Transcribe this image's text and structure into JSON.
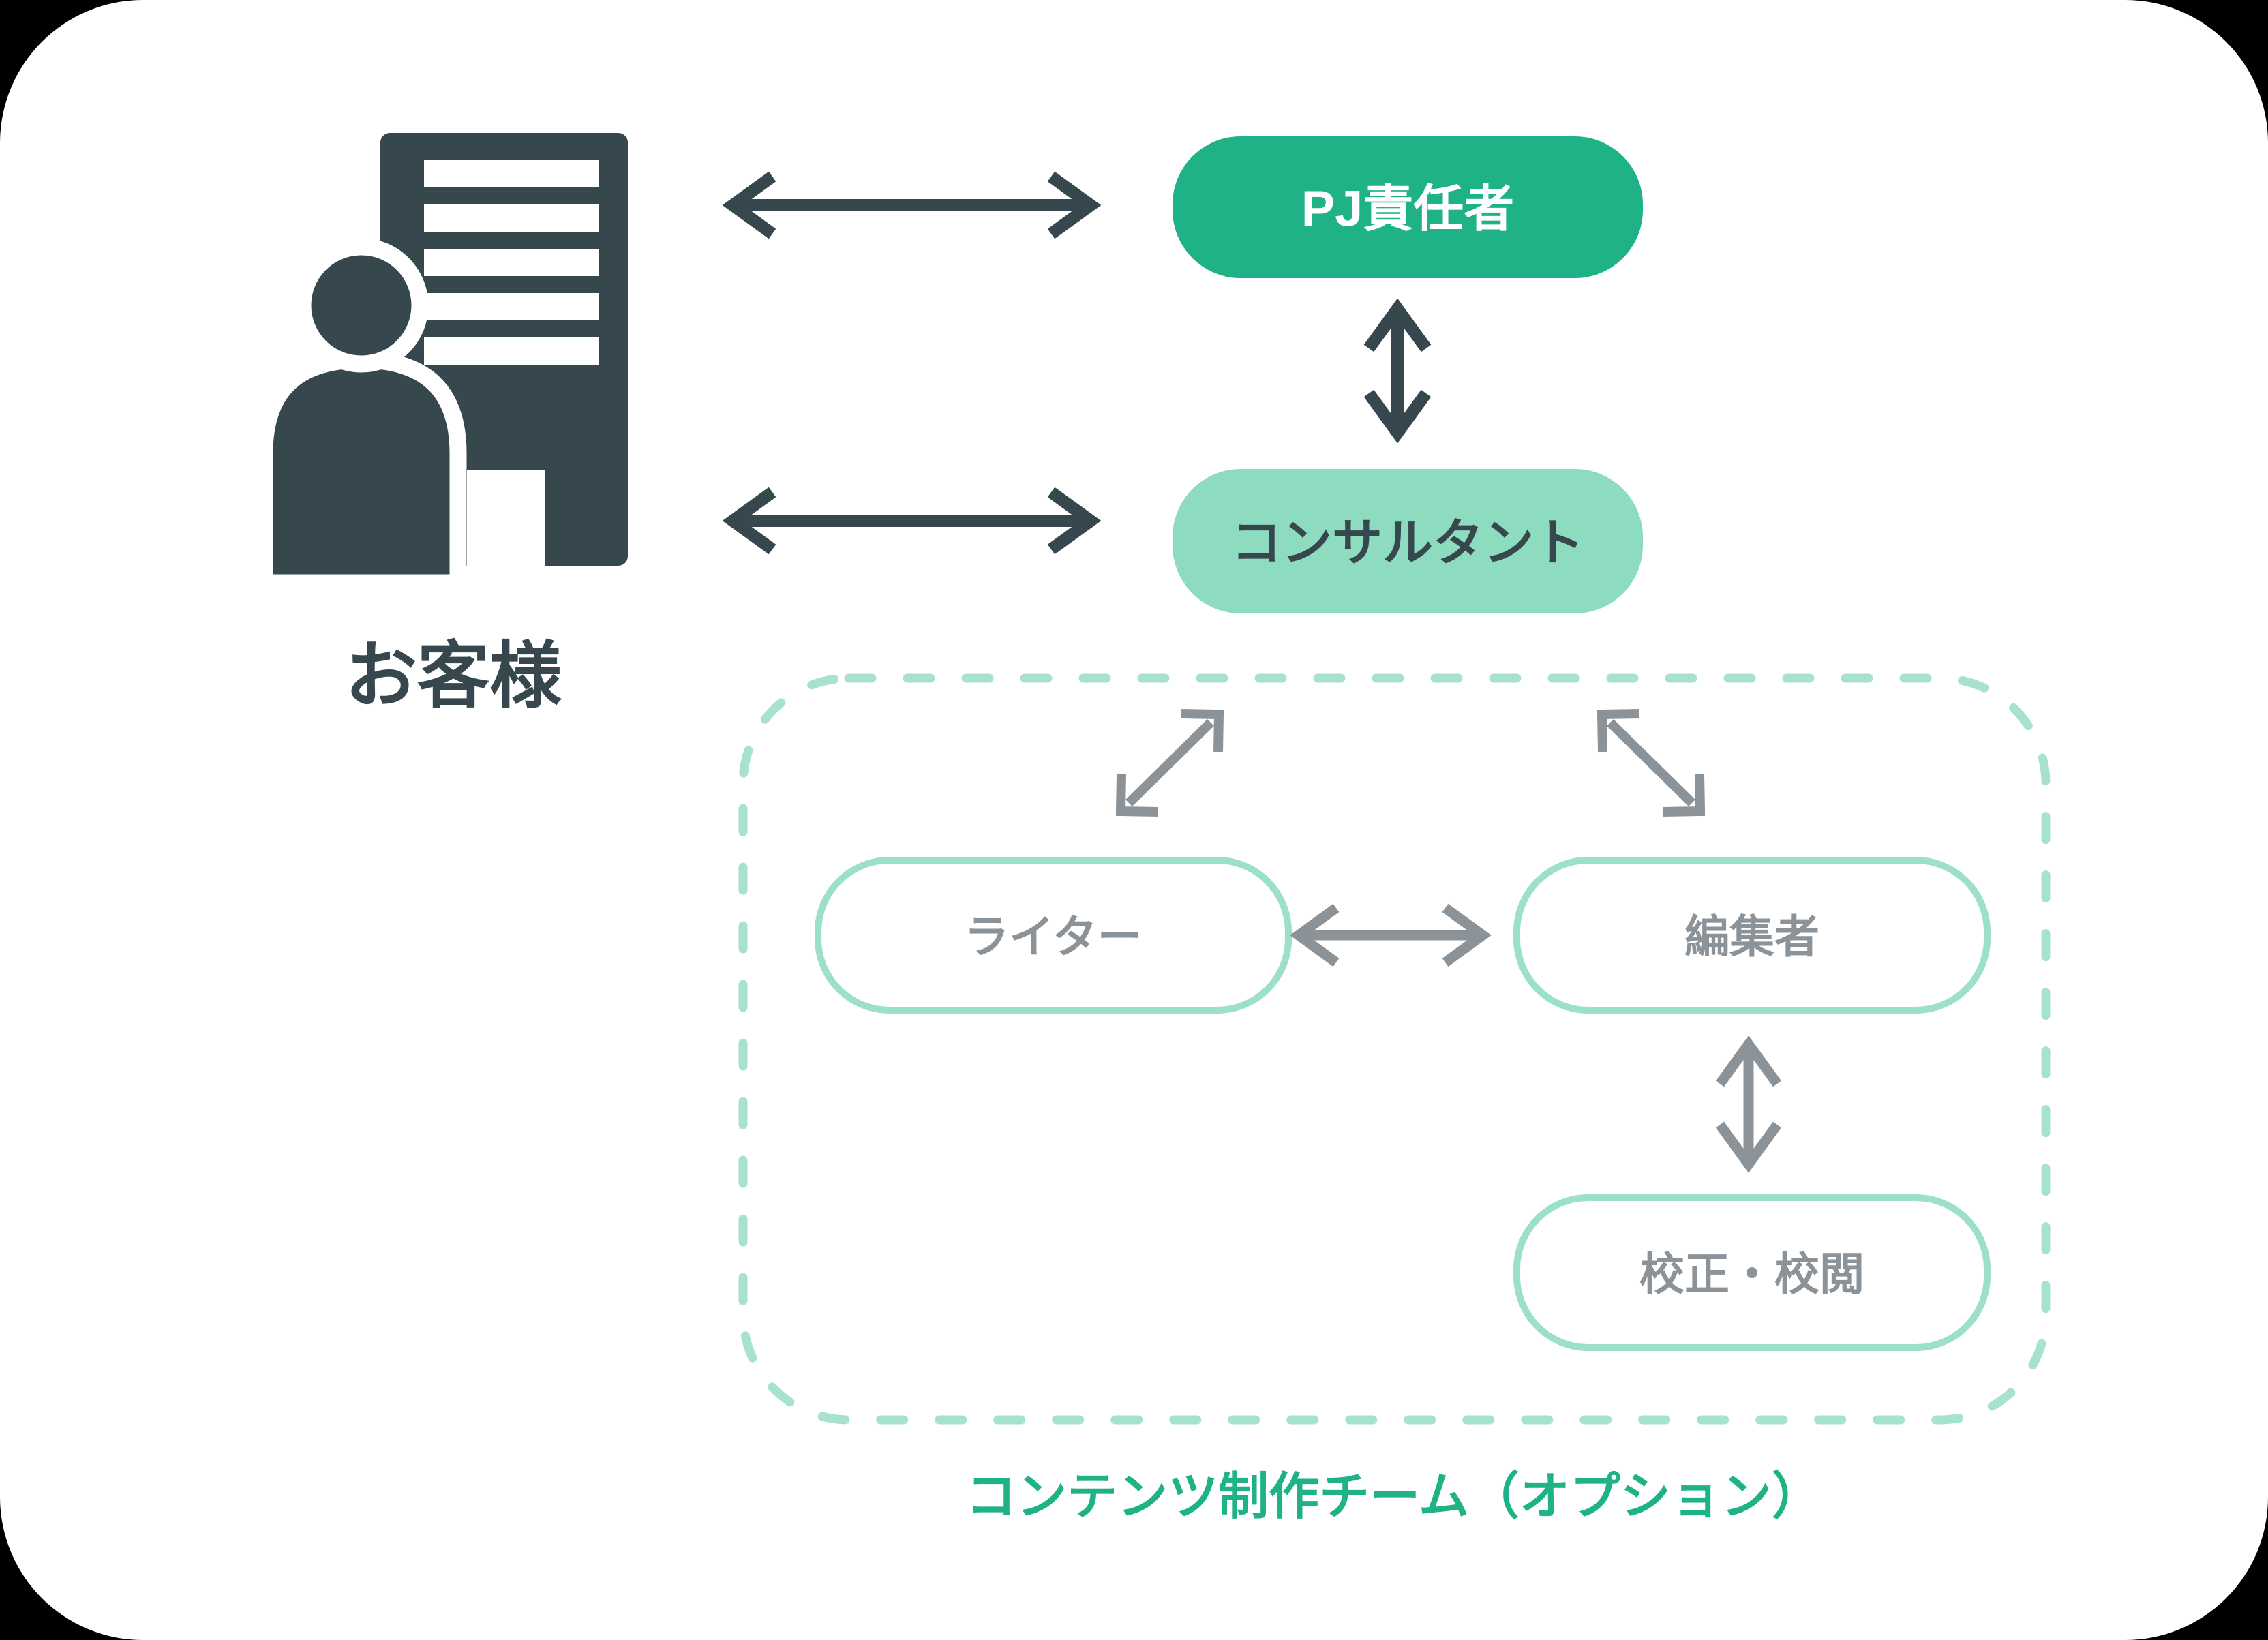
{
  "colors": {
    "dark": "#36474D",
    "green": "#1EB286",
    "green_light": "#8DDCC0",
    "pill_border": "#9CE0C5",
    "dashed_border": "#A7E3CC",
    "gray": "#8B9398",
    "canvas": "#FFFFFF",
    "page": "#000000"
  },
  "diagram": {
    "customer": {
      "label": "お客様",
      "icon": "building-with-person-icon"
    },
    "pj_manager": {
      "label": "PJ責任者"
    },
    "consultant": {
      "label": "コンサルタント"
    },
    "team_box": {
      "caption": "コンテンツ制作チーム（オプション）",
      "writer": {
        "label": "ライター"
      },
      "editor": {
        "label": "編集者"
      },
      "proofreading": {
        "label": "校正・校閲"
      }
    },
    "arrows": [
      {
        "from": "customer",
        "to": "pj_manager",
        "style": "double-headed",
        "color": "dark"
      },
      {
        "from": "customer",
        "to": "consultant",
        "style": "double-headed",
        "color": "dark"
      },
      {
        "from": "pj_manager",
        "to": "consultant",
        "style": "double-headed",
        "color": "dark"
      },
      {
        "from": "consultant",
        "to": "writer",
        "style": "double-headed-diagonal",
        "color": "gray"
      },
      {
        "from": "consultant",
        "to": "editor",
        "style": "double-headed-diagonal",
        "color": "gray"
      },
      {
        "from": "writer",
        "to": "editor",
        "style": "double-headed",
        "color": "gray"
      },
      {
        "from": "editor",
        "to": "proofreading",
        "style": "double-headed",
        "color": "gray"
      }
    ]
  }
}
